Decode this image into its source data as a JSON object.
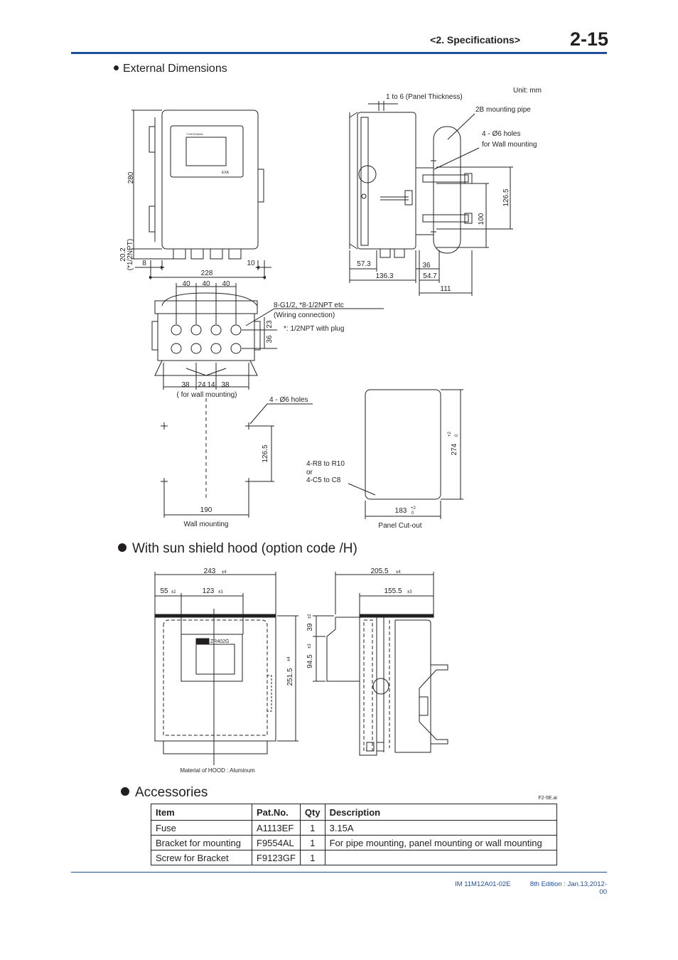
{
  "header": {
    "section": "<2.  Specifications>",
    "page_number": "2-15"
  },
  "external_dimensions": {
    "heading": "External Dimensions",
    "unit": "Unit: mm",
    "front_view": {
      "d_height": "280",
      "d_offset": "20.2",
      "d_npt": "(*1/2NPT)",
      "d_left": "8",
      "d_right": "10",
      "d_width": "228",
      "screen_brand": "YOKOGAWA",
      "model_badge": "EXA"
    },
    "side_view": {
      "panel_thickness": "1 to 6 (Panel Thickness)",
      "pipe": "2B mounting pipe",
      "holes_line1": "4 - Ø6  holes",
      "holes_line2": "for Wall mounting",
      "d_126_5": "126.5",
      "d_100": "100",
      "d_57_3": "57.3",
      "d_36": "36",
      "d_136_3": "136.3",
      "d_54_7": "54.7",
      "d_111": "111"
    },
    "bottom_view": {
      "d_40a": "40",
      "d_40b": "40",
      "d_40c": "40",
      "wiring_line1": "8-G1/2, *8-1/2NPT etc",
      "wiring_line2": "(Wiring connection)",
      "plug_note": "*: 1/2NPT with plug",
      "d_23": "23",
      "d_36": "36",
      "d_38a": "38",
      "d_24": "24",
      "d_14": "14",
      "d_38b": "38",
      "wall_note": "( for wall mounting)"
    },
    "wall_mounting": {
      "holes": "4 - Ø6 holes",
      "d_126_5": "126.5",
      "d_190": "190",
      "caption": "Wall mounting"
    },
    "panel_cutout": {
      "corner_line1": "4-R8 to R10",
      "corner_line2": "or",
      "corner_line3": "4-C5 to C8",
      "d_274": "274",
      "tol_274_upper": "+2",
      "tol_274_lower": "0",
      "d_183": "183",
      "tol_183_upper": "+2",
      "tol_183_lower": "0",
      "caption": "Panel Cut-out"
    }
  },
  "sun_shield": {
    "heading": "With sun shield hood (option code /H)",
    "front": {
      "d_243": "243",
      "tol_243": "±4",
      "d_55": "55",
      "tol_55": "±2",
      "d_123": "123",
      "tol_123": "±3",
      "d_251_5": "251.5",
      "tol_251_5": "±4",
      "model": "ZR402G",
      "material_note": "Material of HOOD : Aluminum"
    },
    "side": {
      "d_205_5": "205.5",
      "tol_205_5": "±4",
      "d_155_5": "155.5",
      "tol_155_5": "±3",
      "d_39": "39",
      "tol_39": "±2",
      "d_94_5": "94.5",
      "tol_94_5": "±3"
    },
    "figure_id": "F2-5E.ai"
  },
  "accessories": {
    "heading": "Accessories",
    "columns": [
      "Item",
      "Pat.No.",
      "Qty",
      "Description"
    ],
    "rows": [
      [
        "Fuse",
        "A1113EF",
        "1",
        "3.15A"
      ],
      [
        "Bracket for mounting",
        "F9554AL",
        "1",
        "For pipe mounting, panel mounting or wall mounting"
      ],
      [
        "Screw for Bracket",
        "F9123GF",
        "1",
        ""
      ]
    ]
  },
  "footer": {
    "doc_id": "IM 11M12A01-02E",
    "edition": "8th Edition : Jan.13,2012-00"
  }
}
